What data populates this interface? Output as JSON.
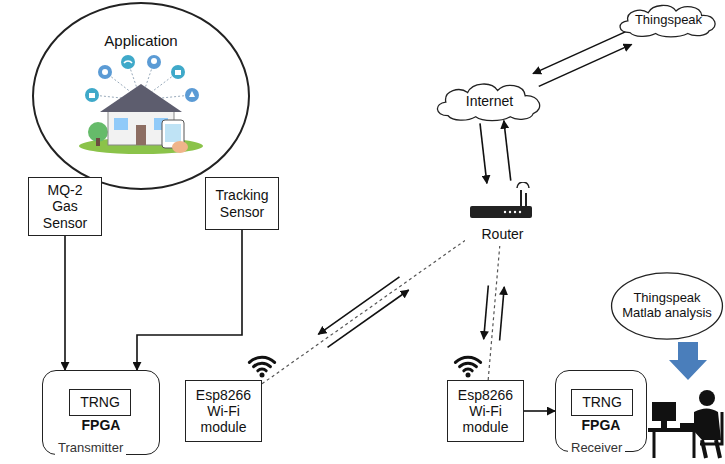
{
  "diagram": {
    "nodes": [
      {
        "text": [
          "Application"
        ]
      },
      {
        "text": [
          "MQ-2 Gas Sensor"
        ]
      },
      {
        "text": [
          "Tracking Sensor"
        ]
      },
      {
        "text": [
          "FPGA",
          "Transmitter"
        ]
      },
      {
        "text": [
          "TRNG"
        ],
        "in": 3
      },
      {
        "text": [
          "Esp8266 Wi-Fi module"
        ]
      },
      {
        "text": [
          "Router"
        ]
      },
      {
        "text": [
          "Internet"
        ]
      },
      {
        "text": [
          "Thingspeak"
        ]
      },
      {
        "text": [
          "Esp8266 Wi-Fi module"
        ]
      },
      {
        "text": [
          "FPGA",
          "Receiver"
        ]
      },
      {
        "text": [
          "TRNG"
        ],
        "in": 10
      },
      {
        "text": [
          "Thingspeak Matlab analysis"
        ]
      }
    ],
    "edges": [
      {
        "from": 1,
        "to": 3,
        "arrow": "to"
      },
      {
        "from": 2,
        "to": 3,
        "arrow": "to"
      },
      {
        "from": 5,
        "to": 6,
        "arrow": "both"
      },
      {
        "from": 9,
        "to": 6,
        "arrow": "both"
      },
      {
        "from": 6,
        "to": 7,
        "arrow": "both"
      },
      {
        "from": 7,
        "to": 8,
        "arrow": "both"
      },
      {
        "from": 9,
        "to": 10,
        "arrow": "to"
      }
    ]
  }
}
